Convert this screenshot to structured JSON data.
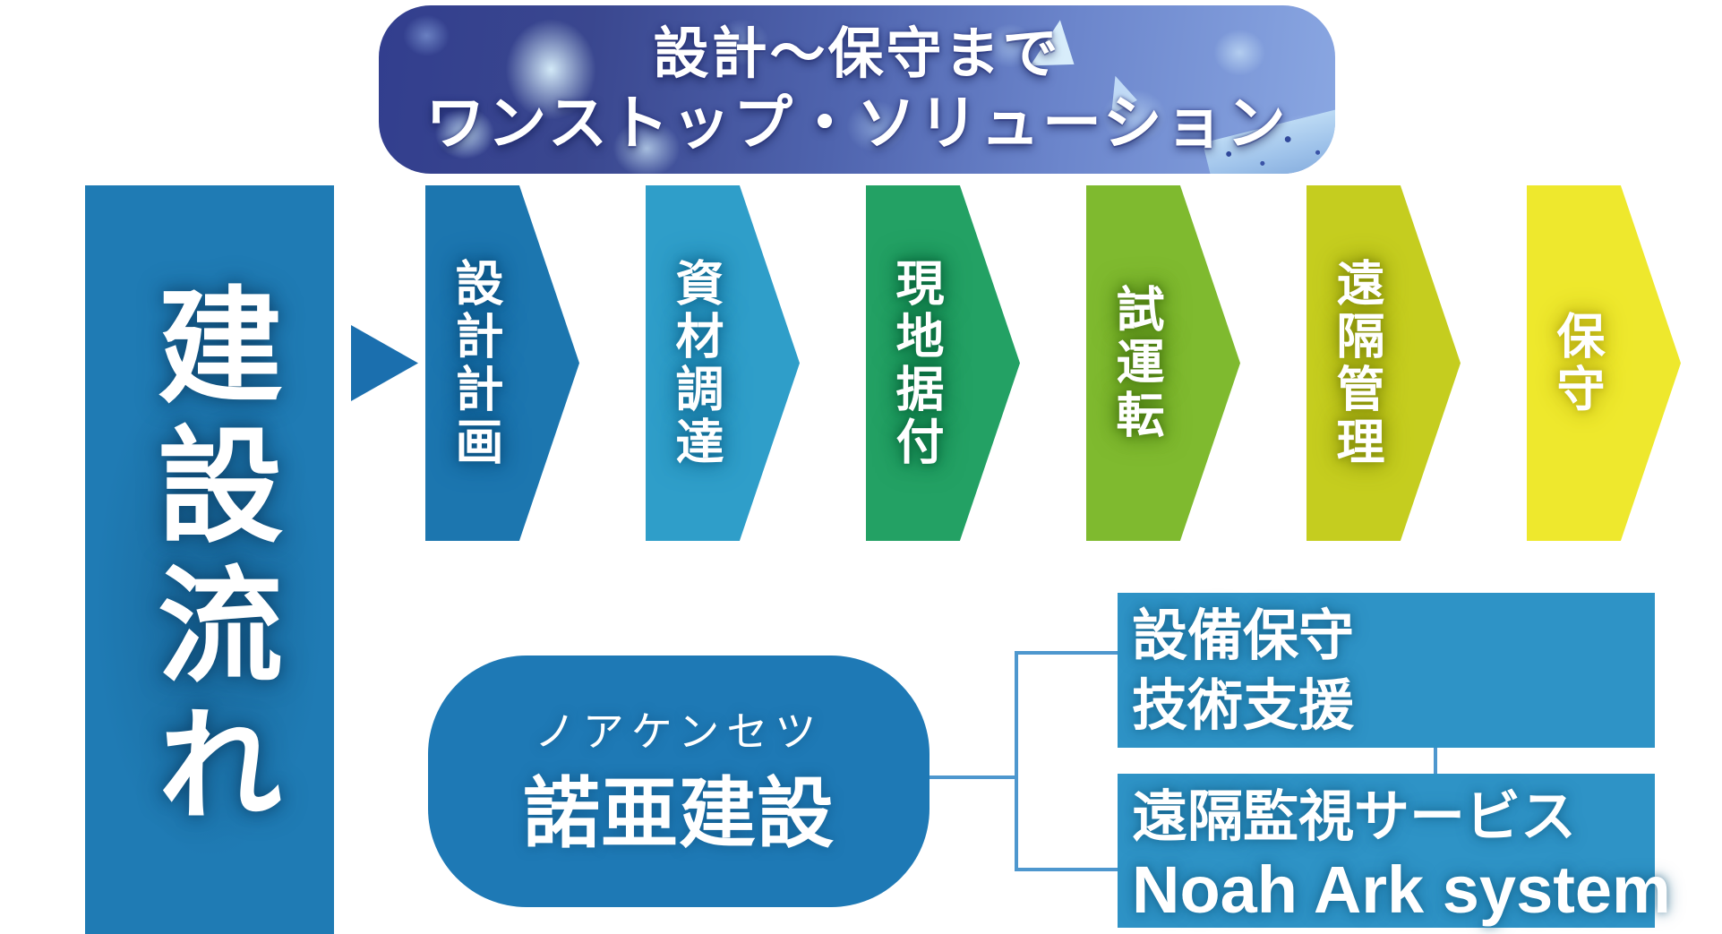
{
  "banner": {
    "line1": "設計〜保守まで",
    "line2": "ワンストップ・ソリューション"
  },
  "flow": {
    "title": "建設流れ",
    "steps": [
      {
        "label": "設計計画",
        "color": "#1C76AF",
        "glow": "#0C5586"
      },
      {
        "label": "資材調達",
        "color": "#2F9EC9",
        "glow": "#147099"
      },
      {
        "label": "現地据付",
        "color": "#23A164",
        "glow": "#0A6B3E"
      },
      {
        "label": "試運転",
        "color": "#7FBA2F",
        "glow": "#4C7D12"
      },
      {
        "label": "遠隔管理",
        "color": "#C5CD1F",
        "glow": "#8A930B"
      },
      {
        "label": "保守",
        "color": "#EEE82D",
        "glow": "#BCB214"
      }
    ]
  },
  "company": {
    "furigana": "ノアケンセツ",
    "name": "諾亜建設"
  },
  "services": {
    "box1": {
      "line1": "設備保守",
      "line2": "技術支援"
    },
    "box2": {
      "line1": "遠隔監視サービス",
      "line2": "Noah Ark system"
    }
  },
  "colors": {
    "title_bar": "#1F7BB4",
    "start_triangle": "#1B6FAE",
    "company_pill": "#1E79B5",
    "service_box": "#2E93C6",
    "connector": "#4E97CE"
  }
}
